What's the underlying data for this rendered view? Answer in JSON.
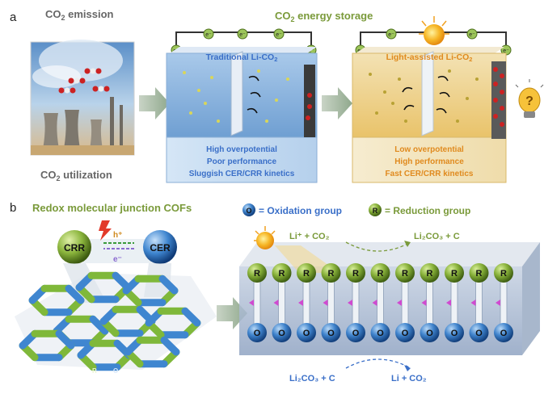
{
  "panel_a": {
    "letter": "a",
    "emission_title_main": "CO",
    "emission_title_sub": "2",
    "emission_title_rest": " emission",
    "utilization_main": "CO",
    "utilization_sub": "2",
    "utilization_rest": " utilization",
    "storage_main": "CO",
    "storage_sub": "2",
    "storage_rest": " energy storage",
    "electron_label": "e⁻",
    "traditional": {
      "title": "Traditional Li-CO",
      "title_sub": "2",
      "lines": [
        "High overpotential",
        "Poor performance",
        "Sluggish CER/CRR kinetics"
      ]
    },
    "light": {
      "title": "Light-assisted Li-CO",
      "title_sub": "2",
      "lines": [
        "Low overpotential",
        "High performance",
        "Fast CER/CRR kinetics"
      ]
    },
    "question_mark": "?"
  },
  "panel_b": {
    "letter": "b",
    "title": "Redox molecular junction COFs",
    "oxidation_symbol": "O",
    "oxidation_legend": "= Oxidation group",
    "reduction_symbol": "R",
    "reduction_legend": "= Reduction group",
    "crr": "CRR",
    "cer": "CER",
    "hole": "h⁺",
    "electron": "e⁻",
    "reaction_top_left": "Li⁺ + CO₂",
    "reaction_top_right": "Li₂CO₃ + C",
    "reaction_bottom_left": "Li₂CO₃ + C",
    "reaction_bottom_right": "Li + CO₂",
    "r_label": "R",
    "o_label": "O",
    "hex_label_r": "R",
    "hex_label_o": "O"
  },
  "colors": {
    "green_title": "#7a9a3a",
    "blue_text": "#3a6fc8",
    "orange_text": "#e08a1e",
    "gray_text": "#666666",
    "r_ball": "#6b8f1e",
    "o_ball": "#1f5fa8"
  }
}
